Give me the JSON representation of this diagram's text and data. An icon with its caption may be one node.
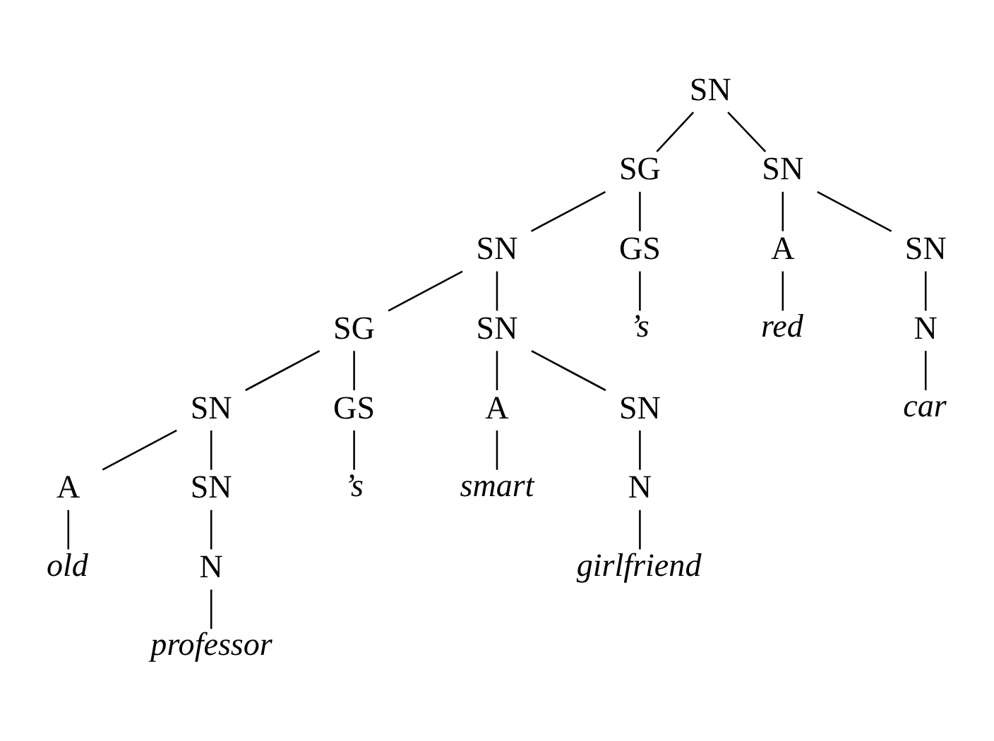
{
  "diagram": {
    "nodes": [
      {
        "text": [
          "SN"
        ]
      },
      {
        "text": [
          "SG"
        ]
      },
      {
        "text": [
          "SN"
        ]
      },
      {
        "text": [
          "SN"
        ]
      },
      {
        "text": [
          "GS"
        ]
      },
      {
        "text": [
          "A"
        ]
      },
      {
        "text": [
          "SN"
        ]
      },
      {
        "text": [
          "SG"
        ]
      },
      {
        "text": [
          "SN"
        ]
      },
      {
        "text": [
          "’s"
        ]
      },
      {
        "text": [
          "red"
        ]
      },
      {
        "text": [
          "N"
        ]
      },
      {
        "text": [
          "SN"
        ]
      },
      {
        "text": [
          "GS"
        ]
      },
      {
        "text": [
          "A"
        ]
      },
      {
        "text": [
          "SN"
        ]
      },
      {
        "text": [
          "car"
        ]
      },
      {
        "text": [
          "A"
        ]
      },
      {
        "text": [
          "SN"
        ]
      },
      {
        "text": [
          "’s"
        ]
      },
      {
        "text": [
          "smart"
        ]
      },
      {
        "text": [
          "N"
        ]
      },
      {
        "text": [
          "old"
        ]
      },
      {
        "text": [
          "N"
        ]
      },
      {
        "text": [
          "girlfriend"
        ]
      },
      {
        "text": [
          "professor"
        ]
      }
    ],
    "edges": [
      {
        "from": 0,
        "to": 1,
        "arrow": "none"
      },
      {
        "from": 0,
        "to": 2,
        "arrow": "none"
      },
      {
        "from": 1,
        "to": 3,
        "arrow": "none"
      },
      {
        "from": 1,
        "to": 4,
        "arrow": "none"
      },
      {
        "from": 2,
        "to": 5,
        "arrow": "none"
      },
      {
        "from": 2,
        "to": 6,
        "arrow": "none"
      },
      {
        "from": 3,
        "to": 7,
        "arrow": "none"
      },
      {
        "from": 3,
        "to": 8,
        "arrow": "none"
      },
      {
        "from": 4,
        "to": 9,
        "arrow": "none"
      },
      {
        "from": 5,
        "to": 10,
        "arrow": "none"
      },
      {
        "from": 6,
        "to": 11,
        "arrow": "none"
      },
      {
        "from": 11,
        "to": 16,
        "arrow": "none"
      },
      {
        "from": 7,
        "to": 12,
        "arrow": "none"
      },
      {
        "from": 7,
        "to": 13,
        "arrow": "none"
      },
      {
        "from": 8,
        "to": 14,
        "arrow": "none"
      },
      {
        "from": 8,
        "to": 15,
        "arrow": "none"
      },
      {
        "from": 13,
        "to": 19,
        "arrow": "none"
      },
      {
        "from": 14,
        "to": 20,
        "arrow": "none"
      },
      {
        "from": 15,
        "to": 21,
        "arrow": "none"
      },
      {
        "from": 21,
        "to": 24,
        "arrow": "none"
      },
      {
        "from": 12,
        "to": 17,
        "arrow": "none"
      },
      {
        "from": 12,
        "to": 18,
        "arrow": "none"
      },
      {
        "from": 17,
        "to": 22,
        "arrow": "none"
      },
      {
        "from": 18,
        "to": 23,
        "arrow": "none"
      },
      {
        "from": 23,
        "to": 25,
        "arrow": "none"
      }
    ]
  }
}
